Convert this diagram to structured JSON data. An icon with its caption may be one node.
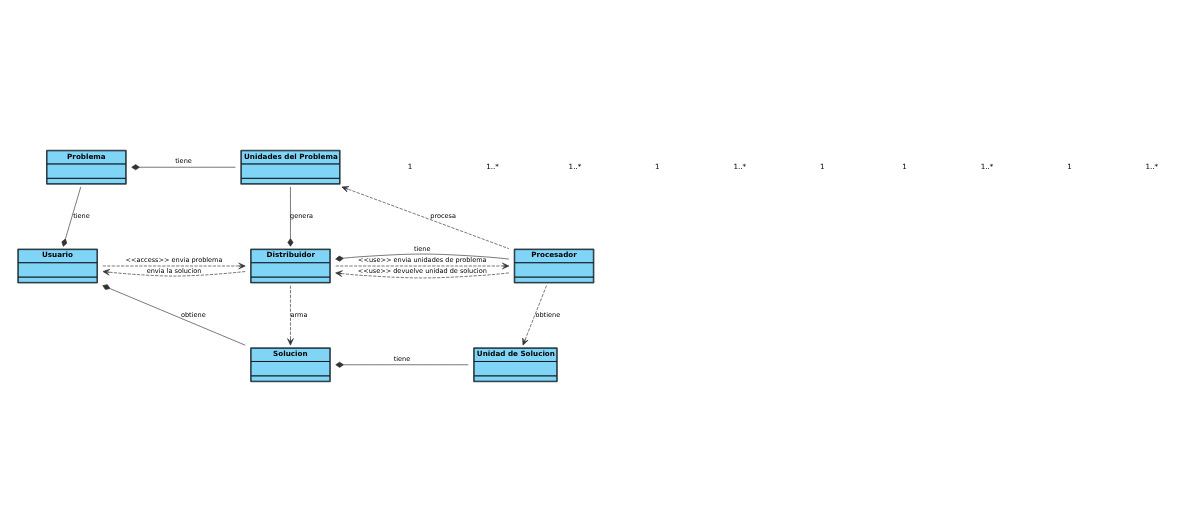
{
  "diagram": {
    "nodes": [
      {
        "text": [
          "Problema"
        ]
      },
      {
        "text": [
          "Unidades del Problema"
        ]
      },
      {
        "text": [
          "Usuario"
        ]
      },
      {
        "text": [
          "Distribuidor"
        ]
      },
      {
        "text": [
          "Procesador"
        ]
      },
      {
        "text": [
          "Solucion"
        ]
      },
      {
        "text": [
          "Unidad de Solucion"
        ]
      }
    ],
    "edges": [
      {
        "from": 0,
        "to": 1,
        "arrow": "other",
        "label": "tiene"
      },
      {
        "from": 2,
        "to": 0,
        "arrow": "other",
        "label": "tiene"
      },
      {
        "from": 3,
        "to": 1,
        "arrow": "other",
        "label": "genera"
      },
      {
        "from": 2,
        "to": 3,
        "arrow": "to",
        "style": "dashed",
        "label": "<<access>> envia problema"
      },
      {
        "from": 3,
        "to": 2,
        "arrow": "to",
        "style": "dashed",
        "label": "envia la solucion"
      },
      {
        "from": 3,
        "to": 4,
        "arrow": "to",
        "style": "dashed",
        "label": "<<use>> envia unidades de problema"
      },
      {
        "from": 4,
        "to": 3,
        "arrow": "to",
        "style": "dashed",
        "label": "<<use>> devuelve unidad de solucion"
      },
      {
        "from": 4,
        "to": 1,
        "arrow": "to",
        "style": "dashed",
        "label": "procesa"
      },
      {
        "from": 2,
        "to": 5,
        "arrow": "other",
        "label": "obtiene"
      },
      {
        "from": 3,
        "to": 5,
        "arrow": "to",
        "style": "dashed",
        "label": "arma"
      },
      {
        "from": 3,
        "to": 4,
        "arrow": "other",
        "label": "tiene"
      },
      {
        "from": 4,
        "to": 6,
        "arrow": "to",
        "style": "dashed",
        "label": "obtiene"
      },
      {
        "from": 5,
        "to": 6,
        "arrow": "other",
        "label": "tiene"
      }
    ],
    "labels": [
      "1",
      "1..*",
      "1..*",
      "1",
      "1..*",
      "1",
      "1",
      "1..*",
      "1",
      "1..*"
    ]
  }
}
